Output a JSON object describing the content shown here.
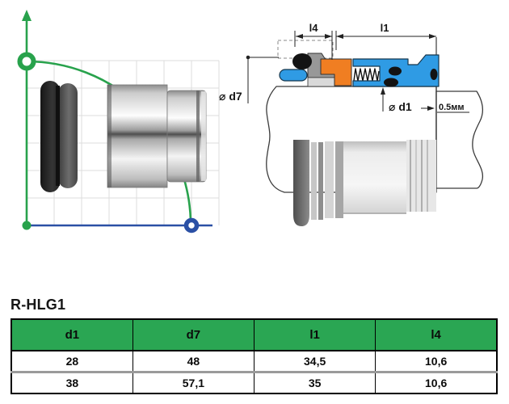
{
  "title": "R-HLG1",
  "colors": {
    "header-green": "#2aa653",
    "axis-green": "#28a24c",
    "axis-blue": "#2b50a5",
    "part-blue": "#2f9be4",
    "part-orange": "#f07e22",
    "part-gray": "#989898",
    "line": "#3a3a3a"
  },
  "drawing": {
    "dim_l4": "l4",
    "dim_l1": "l1",
    "dia_d7": "⌀ d7",
    "dia_d1": "⌀ d1",
    "step_label": "0.5мм"
  },
  "table": {
    "headers": [
      "d1",
      "d7",
      "l1",
      "l4"
    ],
    "rows": [
      [
        "28",
        "48",
        "34,5",
        "10,6"
      ],
      [
        "38",
        "57,1",
        "35",
        "10,6"
      ]
    ]
  }
}
